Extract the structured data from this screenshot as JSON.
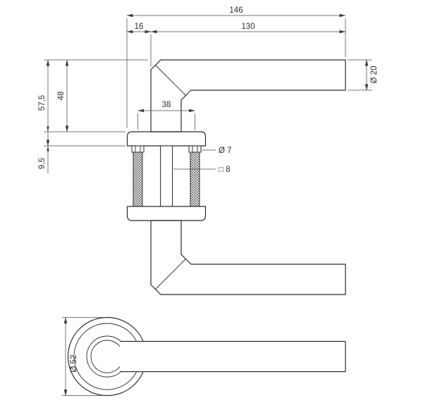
{
  "drawing": {
    "dims": {
      "total_length": "146",
      "neck_offset": "16",
      "grip_length": "130",
      "height_overall": "57,5",
      "height_to_rose": "48",
      "rose_height": "9,5",
      "screw_spacing": "38",
      "grip_diameter": "Ø 20",
      "screw_hole_diameter": "Ø 7",
      "spindle_square": "□ 8",
      "rose_diameter": "Ø 52"
    },
    "colors": {
      "line": "#2b2b2b",
      "dim_line": "#4a4a4a",
      "background": "#ffffff"
    }
  }
}
